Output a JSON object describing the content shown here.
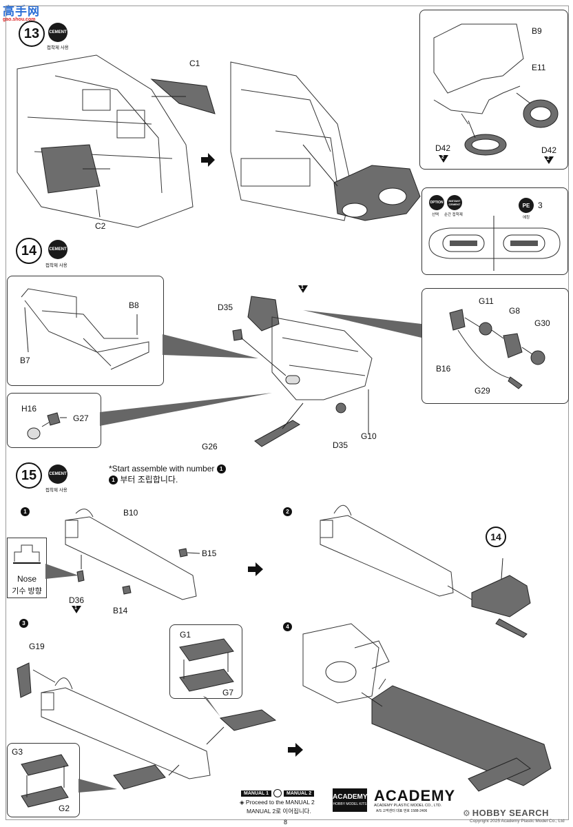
{
  "watermark": {
    "top": "高手网",
    "bottom": "gao.shou.com"
  },
  "cement_label": "CEMENT",
  "cement_sub": "접착제 사용",
  "step13": {
    "number": "13",
    "parts": {
      "c1": "C1",
      "c2": "C2",
      "b9": "B9",
      "e11": "E11",
      "d42a": "D42",
      "d42b": "D42"
    },
    "d42_count": "2",
    "option_label": "OPTION",
    "option_sub": "선택",
    "instant_label": "INSTANT CEMENT",
    "instant_sub": "순간 접착제",
    "pe_label": "PE",
    "pe_number": "3",
    "pe_sub": "에칭"
  },
  "step14": {
    "number": "14",
    "parts": {
      "b8": "B8",
      "b7": "B7",
      "d35a": "D35",
      "d35b": "D35",
      "g11": "G11",
      "g8": "G8",
      "g30": "G30",
      "b16": "B16",
      "g29": "G29",
      "g10": "G10",
      "g26": "G26",
      "h16": "H16",
      "g27": "G27"
    },
    "marker": "1"
  },
  "step15": {
    "number": "15",
    "note_en": "*Start assemble with number",
    "note_ko": "부터 조립합니다.",
    "note_marker": "1",
    "sub1": {
      "marker": "1",
      "parts": {
        "b10": "B10",
        "b15": "B15",
        "b14": "B14",
        "d36": "D36"
      },
      "d36_marker": "1"
    },
    "nose_en": "Nose",
    "nose_ko": "기수 방향",
    "sub2": {
      "marker": "2",
      "ref": "14"
    },
    "sub3": {
      "marker": "3",
      "parts": {
        "g19": "G19",
        "g1": "G1",
        "g7": "G7",
        "g3": "G3",
        "g2": "G2"
      }
    },
    "sub4": {
      "marker": "4"
    }
  },
  "footer": {
    "manual1": "MANUAL 1",
    "manual2": "MANUAL 2",
    "proceed_en": "Proceed to the MANUAL 2",
    "proceed_ko": "MANUAL 2로 이어집니다.",
    "brand_box_top": "ACADEMY",
    "brand_box_bottom": "HOBBY MODEL KITS",
    "brand_logo": "ACADEMY",
    "brand_company": "ACADEMY PLASTIC MODEL CO., LTD.",
    "brand_phone": "A/S 고객센터 대표 번호 1588-2406",
    "page": "8",
    "hobby_search": "HOBBY SEARCH",
    "copyright": "Copyright 2025 Academy Plastic Model Co., Ltd"
  }
}
